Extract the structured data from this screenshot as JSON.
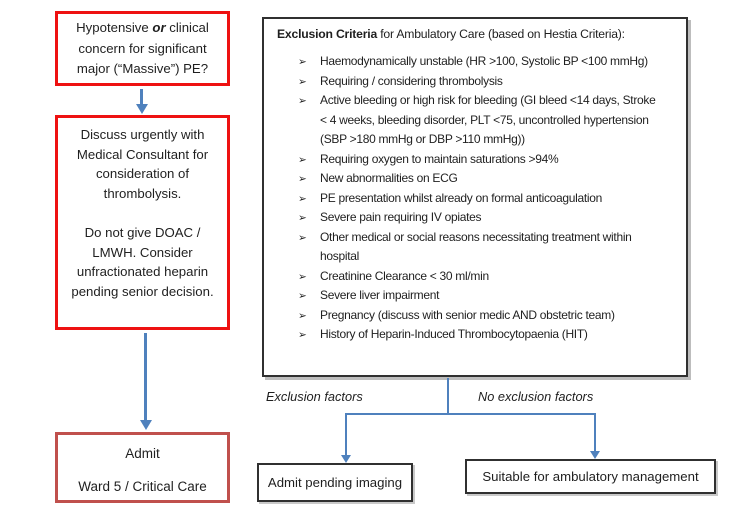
{
  "flow": {
    "box1": {
      "line1_pre": "Hypotensive ",
      "line1_bold_italic": "or",
      "line1_post": " clinical",
      "line2": "concern for significant",
      "line3": "major (“Massive”) PE?"
    },
    "box2": {
      "para1_lines": [
        "Discuss urgently with",
        "Medical Consultant for",
        "consideration of",
        "thrombolysis."
      ],
      "para2_lines": [
        "Do not give DOAC /",
        "LMWH. Consider",
        "unfractionated heparin",
        "pending senior decision."
      ]
    },
    "box3": {
      "line1": "Admit",
      "line2": "Ward 5 / Critical Care"
    }
  },
  "exclusion": {
    "title_bold": "Exclusion Criteria",
    "title_rest": " for Ambulatory Care (based on Hestia Criteria):",
    "bullet_glyph": "➢",
    "items": [
      "Haemodynamically unstable (HR >100, Systolic BP <100 mmHg)",
      "Requiring / considering thrombolysis",
      "Active bleeding or high risk for bleeding (GI bleed <14 days, Stroke < 4 weeks, bleeding disorder, PLT <75, uncontrolled hypertension (SBP >180 mmHg or DBP >110 mmHg))",
      "Requiring oxygen to maintain saturations >94%",
      "New abnormalities on ECG",
      "PE presentation whilst already on formal anticoagulation",
      "Severe pain requiring IV opiates",
      "Other medical or social reasons necessitating treatment within hospital",
      "Creatinine Clearance < 30 ml/min",
      "Severe liver impairment",
      "Pregnancy (discuss with senior medic AND obstetric team)",
      "History of Heparin-Induced Thrombocytopaenia (HIT)"
    ]
  },
  "branch": {
    "left_label": "Exclusion factors",
    "right_label": "No exclusion factors"
  },
  "outcomes": {
    "admit_imaging": "Admit pending imaging",
    "ambulatory": "Suitable for ambulatory management"
  },
  "colors": {
    "alert_border": "#ee1111",
    "admit_border": "#c0504d",
    "arrow_blue": "#4f81bd",
    "box_border": "#303030",
    "text": "#1f1f1f"
  }
}
